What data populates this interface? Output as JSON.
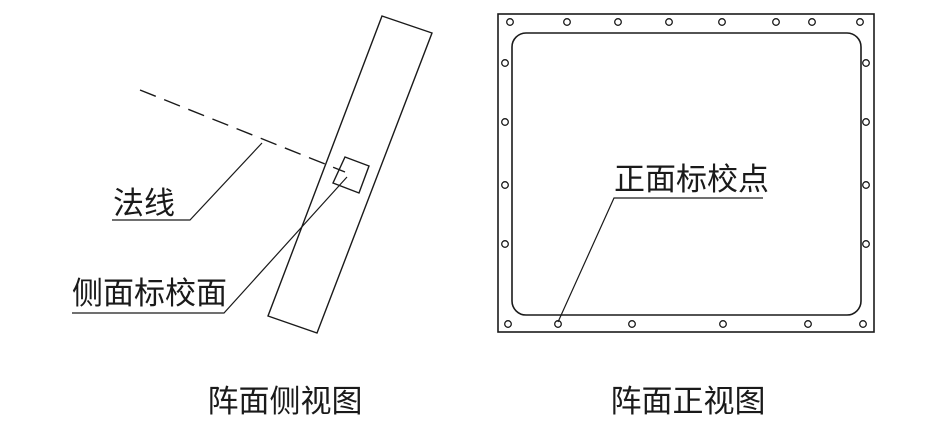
{
  "side_view": {
    "normal_label": "法线",
    "side_calib_label": "侧面标校面",
    "caption": "阵面侧视图"
  },
  "front_view": {
    "front_calib_label": "正面标校点",
    "caption": "阵面正视图"
  }
}
